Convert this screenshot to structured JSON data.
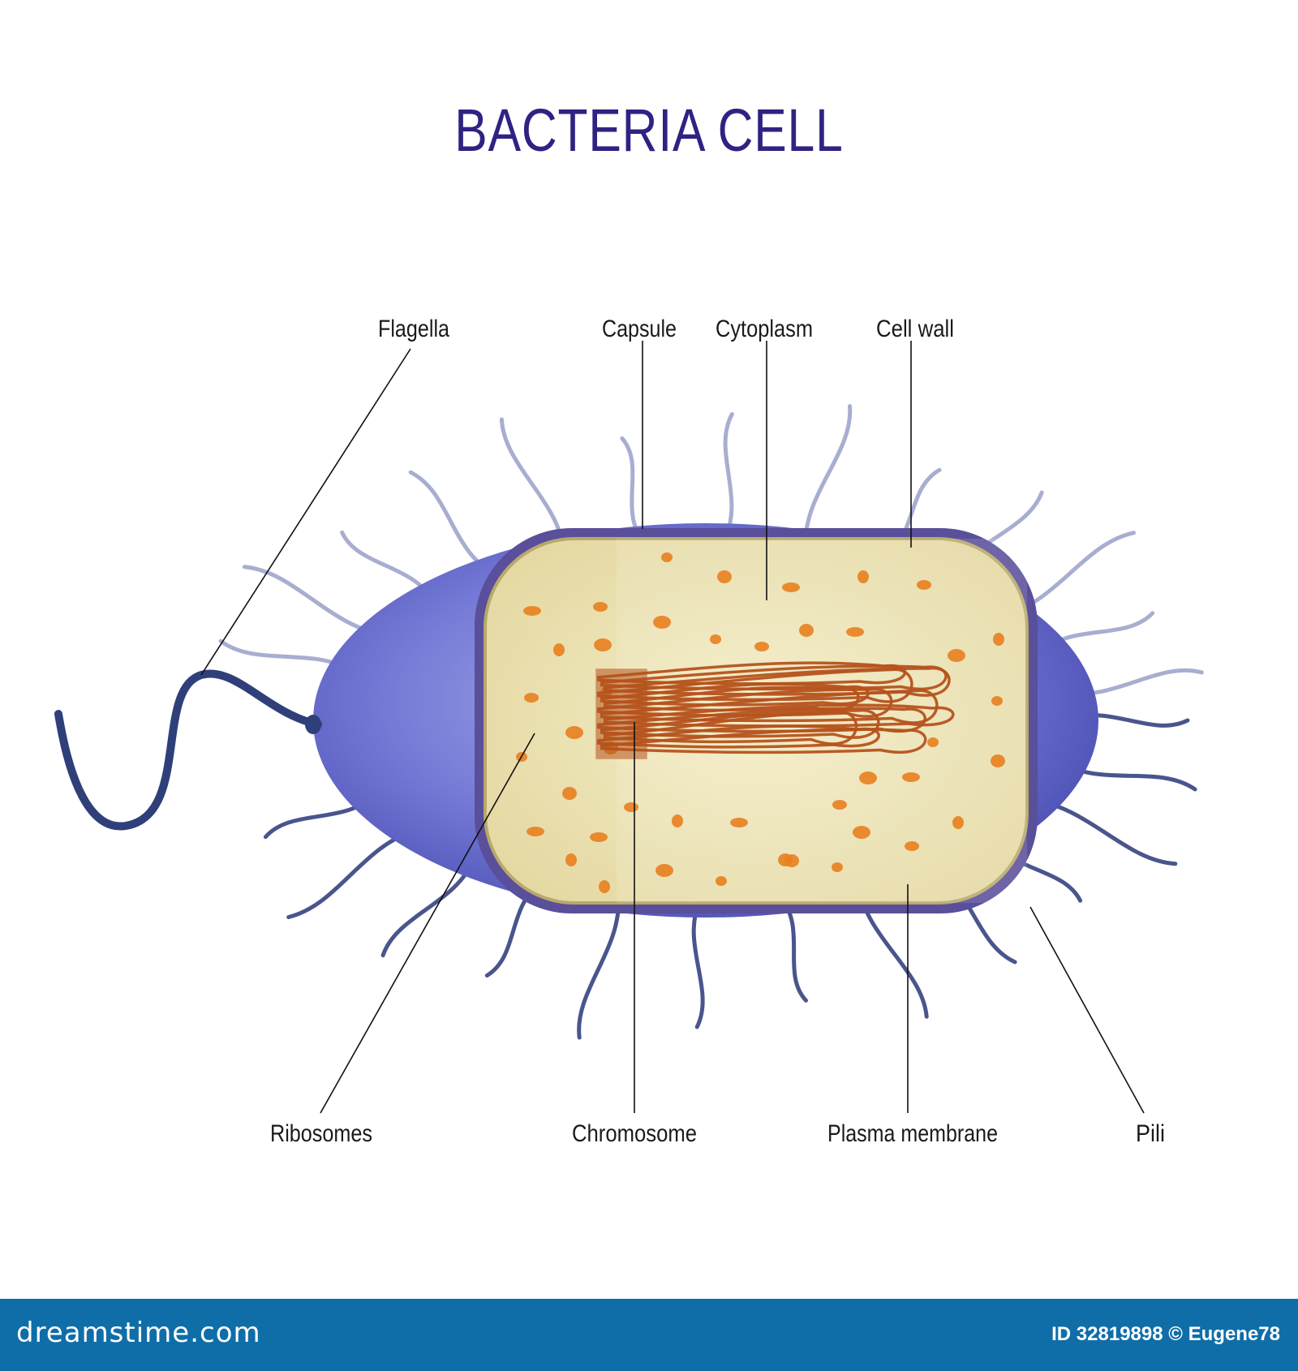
{
  "title": "BACTERIA CELL",
  "labels": {
    "flagella": "Flagella",
    "capsule": "Capsule",
    "cytoplasm": "Cytoplasm",
    "cell_wall": "Cell wall",
    "ribosomes": "Ribosomes",
    "chromosome": "Chromosome",
    "plasma_membrane": "Plasma membrane",
    "pili": "Pili"
  },
  "footer": {
    "brand": "dreamstime.com",
    "credit": "ID 32819898 © Eugene78"
  },
  "colors": {
    "title": "#2e2383",
    "capsule": "#6b6fd0",
    "pili": "#8088b8",
    "cytoplasm": "#efe6b8",
    "cell_wall": "#5a4f9a",
    "ribosome": "#e8801f",
    "chromosome": "#b5531d",
    "flagellum": "#2f3f7a",
    "footer": "#0f6ea8"
  }
}
